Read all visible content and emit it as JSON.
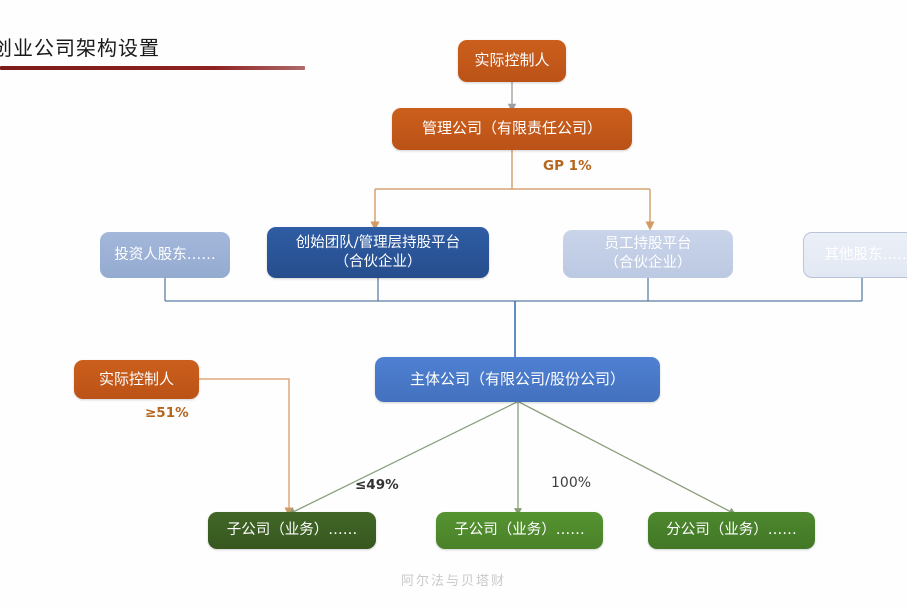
{
  "page": {
    "title": "创业公司架构设置",
    "watermark": "阿尔法与贝塔财"
  },
  "nodes": {
    "actual_controller_top": "实际控制人",
    "management_company": "管理公司（有限责任公司）",
    "investor_shareholders": "投资人股东……",
    "founder_platform": "创始团队/管理层持股平台\n（合伙企业）",
    "employee_platform": "员工持股平台\n（合伙企业）",
    "other_shareholders": "其他股东……",
    "main_company": "主体公司（有限公司/股份公司）",
    "actual_controller_left": "实际控制人",
    "subsidiary_1": "子公司（业务）……",
    "subsidiary_2": "子公司（业务）……",
    "branch_1": "分公司（业务）……"
  },
  "edge_labels": {
    "gp_share": "GP 1%",
    "controller_share": "≥51%",
    "subsidiary_share": "≤49%",
    "wholly_owned_share": "100%"
  },
  "colors": {
    "orange": "#c0561a",
    "blue_dark": "#2a5599",
    "blue_mid": "#4a79c9",
    "blue_soft": "#9db2d6",
    "blue_pale": "#c3cfe6",
    "blue_faint": "#e7ecf5",
    "green_dark": "#3b5e23",
    "green": "#4f8a2e",
    "title_rule": "#8e2222",
    "connector_orange": "#d4a373",
    "connector_blue": "#5b7fa6",
    "connector_green": "#7f9e6d"
  }
}
